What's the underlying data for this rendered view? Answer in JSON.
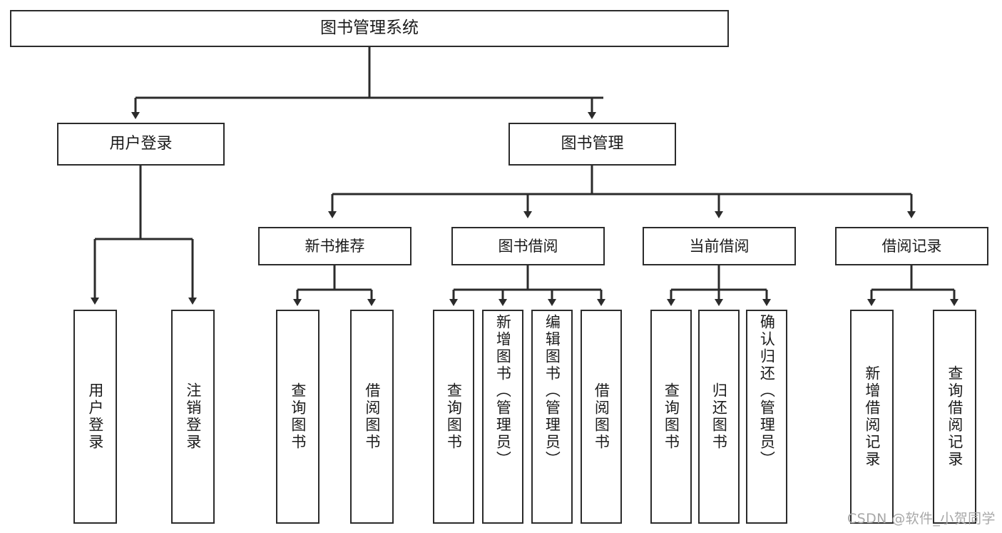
{
  "diagram": {
    "title": "图书管理系统",
    "type": "tree",
    "watermark": "CSDN @软件_小贺同学",
    "colors": {
      "box_border": "#2b2b2b",
      "box_fill": "#ffffff",
      "edge": "#2b2b2b",
      "text": "#1b1b1b",
      "watermark": "#a8a8a8",
      "background": "#ffffff"
    },
    "nodes": {
      "root": {
        "label": "图书管理系统",
        "level": 1
      },
      "user_login": {
        "label": "用户登录",
        "level": 2
      },
      "book_manage": {
        "label": "图书管理",
        "level": 2
      },
      "new_book_rec": {
        "label": "新书推荐",
        "level": 3
      },
      "book_borrow": {
        "label": "图书借阅",
        "level": 3
      },
      "current_borrow": {
        "label": "当前借阅",
        "level": 3
      },
      "borrow_record": {
        "label": "借阅记录",
        "level": 3
      },
      "leaf_user_login": {
        "label": "用户登录",
        "level": 4
      },
      "leaf_logout": {
        "label": "注销登录",
        "level": 4
      },
      "leaf_query_book_1": {
        "label": "查询图书",
        "level": 4
      },
      "leaf_borrow_book_1": {
        "label": "借阅图书",
        "level": 4
      },
      "leaf_query_book_2": {
        "label": "查询图书",
        "level": 4
      },
      "leaf_add_book": {
        "label": "新增图书（管理员）",
        "level": 4
      },
      "leaf_edit_book": {
        "label": "编辑图书（管理员）",
        "level": 4
      },
      "leaf_borrow_book_2": {
        "label": "借阅图书",
        "level": 4
      },
      "leaf_query_book_3": {
        "label": "查询图书",
        "level": 4
      },
      "leaf_return_book": {
        "label": "归还图书",
        "level": 4
      },
      "leaf_confirm_return": {
        "label": "确认归还（管理员）",
        "level": 4
      },
      "leaf_add_record": {
        "label": "新增借阅记录",
        "level": 4
      },
      "leaf_query_record": {
        "label": "查询借阅记录",
        "level": 4
      }
    },
    "edges": [
      {
        "from": "root",
        "to": "user_login"
      },
      {
        "from": "root",
        "to": "book_manage"
      },
      {
        "from": "user_login",
        "to": "leaf_user_login"
      },
      {
        "from": "user_login",
        "to": "leaf_logout"
      },
      {
        "from": "book_manage",
        "to": "new_book_rec"
      },
      {
        "from": "book_manage",
        "to": "book_borrow"
      },
      {
        "from": "book_manage",
        "to": "current_borrow"
      },
      {
        "from": "book_manage",
        "to": "borrow_record"
      },
      {
        "from": "new_book_rec",
        "to": "leaf_query_book_1"
      },
      {
        "from": "new_book_rec",
        "to": "leaf_borrow_book_1"
      },
      {
        "from": "book_borrow",
        "to": "leaf_query_book_2"
      },
      {
        "from": "book_borrow",
        "to": "leaf_add_book"
      },
      {
        "from": "book_borrow",
        "to": "leaf_edit_book"
      },
      {
        "from": "book_borrow",
        "to": "leaf_borrow_book_2"
      },
      {
        "from": "current_borrow",
        "to": "leaf_query_book_3"
      },
      {
        "from": "current_borrow",
        "to": "leaf_return_book"
      },
      {
        "from": "current_borrow",
        "to": "leaf_confirm_return"
      },
      {
        "from": "borrow_record",
        "to": "leaf_add_record"
      },
      {
        "from": "borrow_record",
        "to": "leaf_query_record"
      }
    ]
  }
}
